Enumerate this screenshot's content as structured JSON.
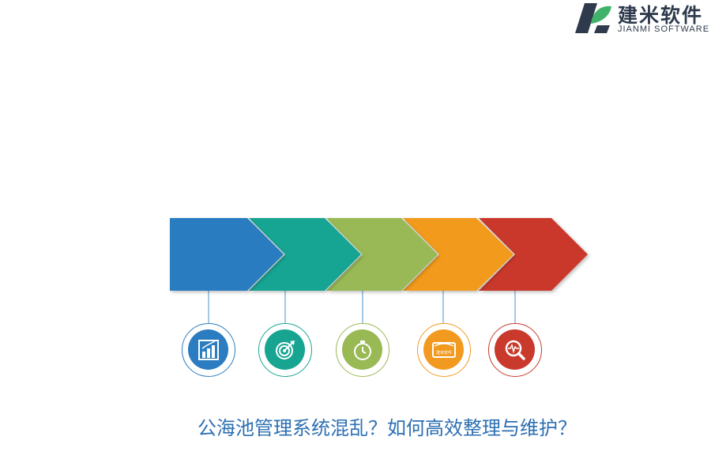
{
  "logo": {
    "name_cn": "建米软件",
    "name_en": "JIANMI SOFTWARE",
    "colors": {
      "dark": "#2f3b4d",
      "green": "#3fb36a"
    }
  },
  "steps": [
    {
      "icon": "bar-chart-icon",
      "color": "#2b7cc0"
    },
    {
      "icon": "target-icon",
      "color": "#17a592"
    },
    {
      "icon": "stopwatch-icon",
      "color": "#98b954"
    },
    {
      "icon": "screen-icon",
      "color": "#f29a1f",
      "icon_text": "建米软件"
    },
    {
      "icon": "magnifier-icon",
      "color": "#c9392c"
    }
  ],
  "title": "公海池管理系统混乱？如何高效整理与维护？"
}
